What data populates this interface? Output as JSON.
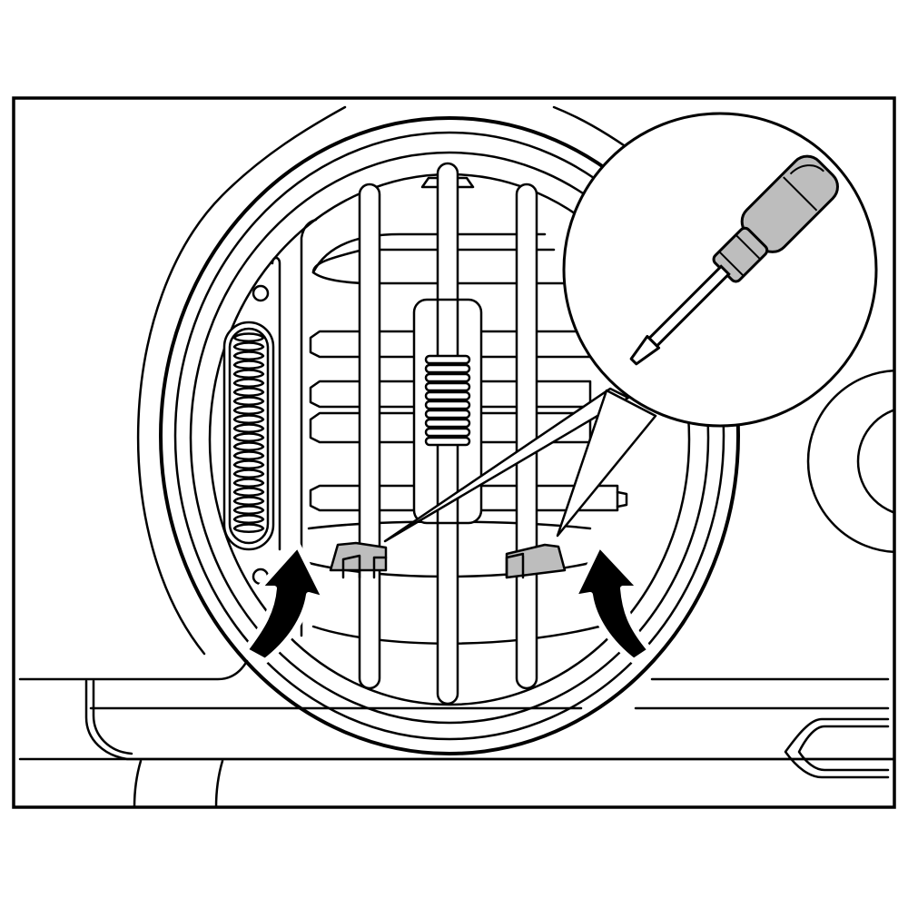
{
  "figure": {
    "kind": "line illustration",
    "steps": [
      {
        "id": "pry-clip-left",
        "direction": "up"
      },
      {
        "id": "pry-clip-right",
        "direction": "up"
      }
    ],
    "tool": "flat-screwdriver",
    "colors": {
      "line": "#000000",
      "background": "#ffffff",
      "clip_fill": "#bdbdbd",
      "screwdriver_handle": "#bdbdbd",
      "arrow_fill": "#000000"
    },
    "icons": [
      "screwdriver-icon",
      "arrow-up-icon"
    ]
  }
}
